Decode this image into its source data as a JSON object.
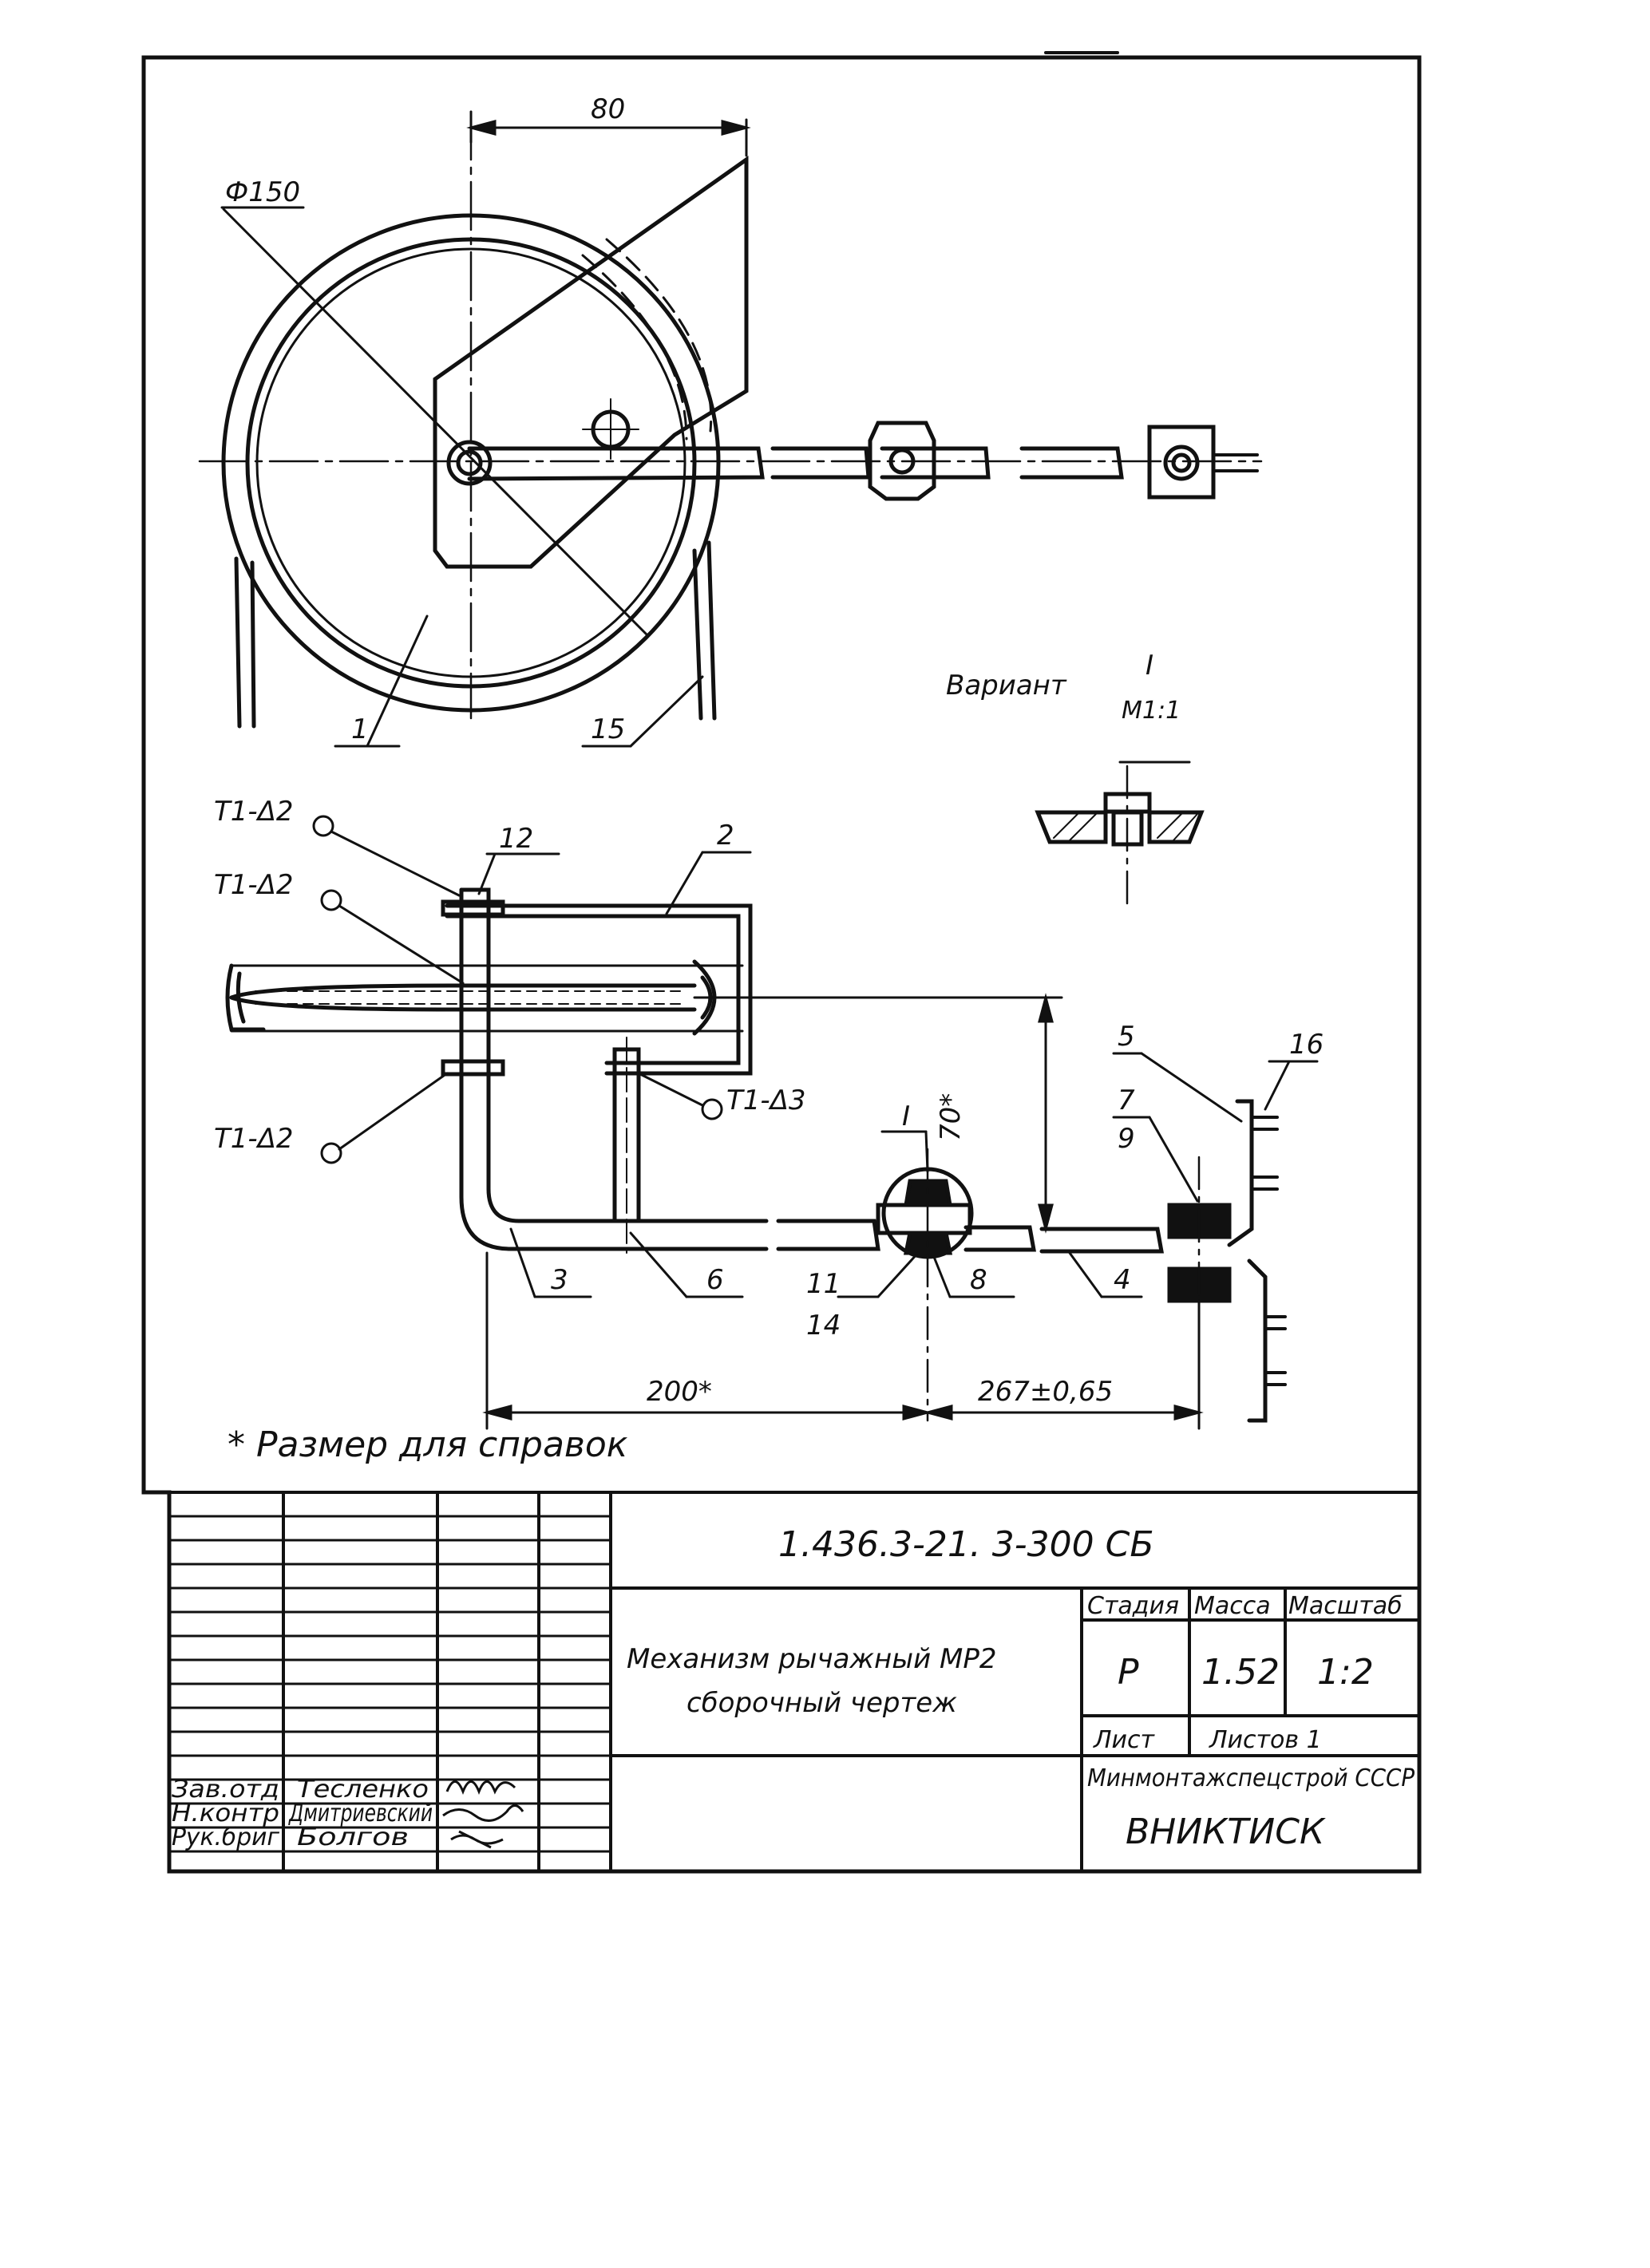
{
  "drawing": {
    "dimensions": {
      "top_width": "80",
      "diameter": "Ф150",
      "height_ref": "70*",
      "bottom_left": "200*",
      "bottom_right": "267±0,65"
    },
    "part_numbers": {
      "p1": "1",
      "p15": "15",
      "p2": "2",
      "p12": "12",
      "p5": "5",
      "p16": "16",
      "p7": "7",
      "p9": "9",
      "p3": "3",
      "p6": "6",
      "p11": "11",
      "p14": "14",
      "p8": "8",
      "p4": "4",
      "detail": "I"
    },
    "weld_marks": {
      "w1": "Т1-Δ2",
      "w2": "Т1-Δ2",
      "w3": "Т1-Δ2",
      "w4": "Т1-Δ3"
    },
    "variant": {
      "label": "Вариант",
      "numeral": "I",
      "scale": "М1:1"
    },
    "footnote": "* Размер для справок"
  },
  "title_block": {
    "designation": "1.436.3-21.   3-300 СБ",
    "name_line1": "Механизм рычажный МР2",
    "name_line2": "сборочный чертеж",
    "headers": {
      "stage": "Стадия",
      "mass": "Масса",
      "scale": "Масштаб"
    },
    "values": {
      "stage": "Р",
      "mass": "1.52",
      "scale": "1:2"
    },
    "sheet": "Лист",
    "sheets": "Листов 1",
    "organization": "Минмонтажспецстрой СССР",
    "institute": "ВНИКТИСК",
    "signatures": [
      {
        "role": "Зав.отд",
        "name": "Тесленко"
      },
      {
        "role": "Н.контр",
        "name": "Дмитриевский"
      },
      {
        "role": "Рук.бриг",
        "name": "Болгов"
      }
    ]
  }
}
